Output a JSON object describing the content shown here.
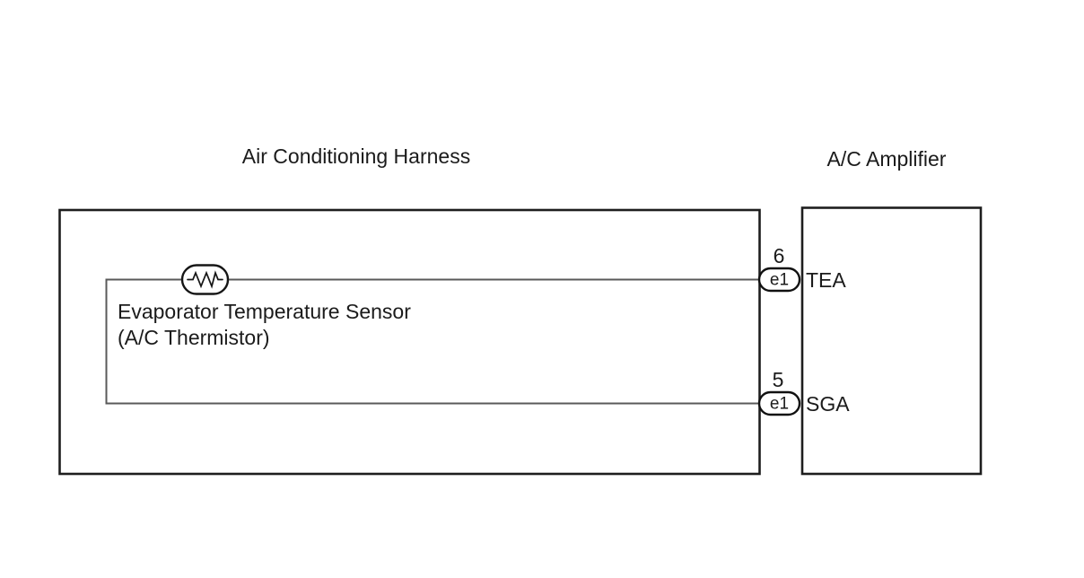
{
  "diagram": {
    "background_color": "#ffffff",
    "box_line_color": "#1e1e1e",
    "wire_color": "#5a5a5a",
    "text_color": "#1b1b1b",
    "harness": {
      "title": "Air Conditioning Harness"
    },
    "amplifier": {
      "title": "A/C Amplifier"
    },
    "sensor": {
      "label_line1": "Evaporator Temperature Sensor",
      "label_line2": "(A/C Thermistor)",
      "symbol": "thermistor-resistor-icon"
    },
    "pins": [
      {
        "number": "6",
        "connector": "e1",
        "signal": "TEA"
      },
      {
        "number": "5",
        "connector": "e1",
        "signal": "SGA"
      }
    ]
  }
}
